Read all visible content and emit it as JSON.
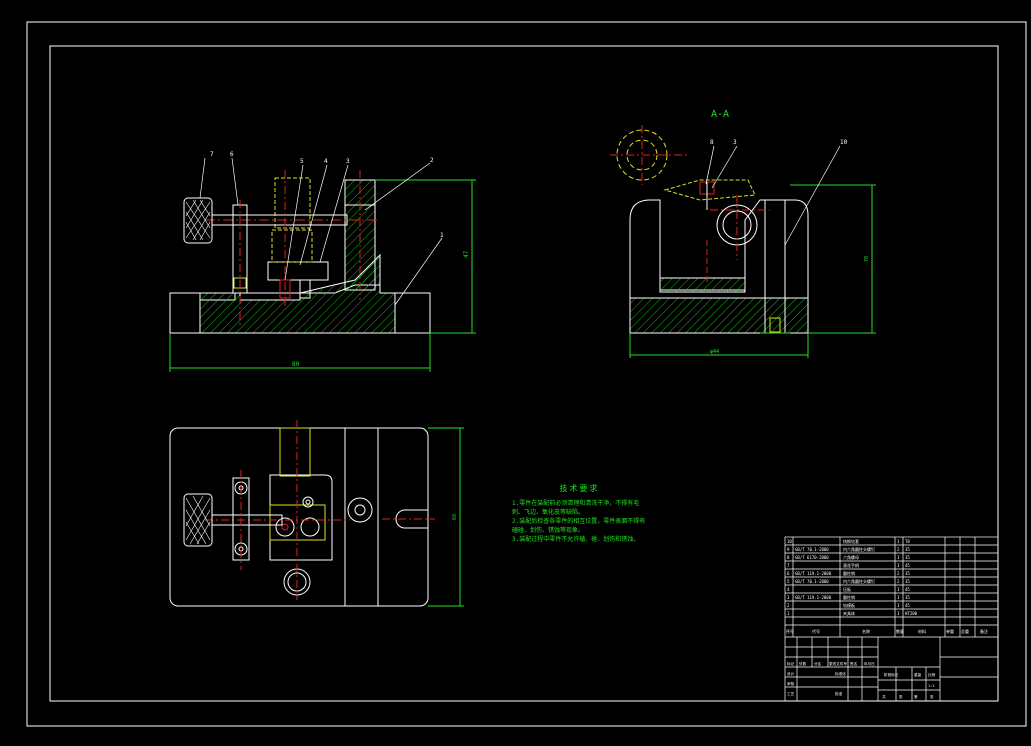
{
  "drawing": {
    "section_label": "A-A",
    "balloons": {
      "front": [
        "7",
        "6",
        "5",
        "4",
        "3",
        "2",
        "1"
      ],
      "section": [
        "8",
        "3",
        "10"
      ]
    },
    "dimensions": {
      "front_width": "80",
      "front_height": "47",
      "section_width": "φ44",
      "section_height": "70",
      "plan_height": "69"
    }
  },
  "technical_notes": {
    "title": "技术要求",
    "lines": [
      "1.零件在装配前必须清理和清洗干净，不得有毛刺、飞边、氧化皮等缺陷。",
      "2.装配后检查各零件的相互位置，零件表面不得有磕碰、划伤、锈蚀等现象。",
      "3.装配过程中零件不允许磕、碰、划伤和锈蚀。"
    ]
  },
  "title_block": {
    "bom_rows": [
      [
        "10",
        "",
        "快换钻套",
        "1",
        "T8"
      ],
      [
        "9",
        "GB/T 70.1-2000",
        "内六角圆柱头螺钉",
        "2",
        "35"
      ],
      [
        "8",
        "GB/T 6170-2000",
        "六角螺母",
        "1",
        "35"
      ],
      [
        "7",
        "",
        "滚花手柄",
        "1",
        "45"
      ],
      [
        "6",
        "GB/T 119.1-2000",
        "圆柱销",
        "2",
        "35"
      ],
      [
        "5",
        "GB/T 70.1-2000",
        "内六角圆柱头螺钉",
        "2",
        "35"
      ],
      [
        "4",
        "",
        "压板",
        "1",
        "45"
      ],
      [
        "3",
        "GB/T 119.1-2000",
        "圆柱销",
        "1",
        "35"
      ],
      [
        "2",
        "",
        "钻模板",
        "1",
        "45"
      ],
      [
        "1",
        "",
        "夹具体",
        "1",
        "HT200"
      ]
    ],
    "bom_header": [
      "序号",
      "代号",
      "名称",
      "数量",
      "材料",
      "单重",
      "总重",
      "备注"
    ],
    "sign_labels": [
      "标记",
      "处数",
      "分区",
      "更改文件号",
      "签名",
      "年月日",
      "设计",
      "标准化",
      "审核",
      "工艺",
      "批准"
    ],
    "scale_labels": [
      "阶段标记",
      "重量",
      "比例"
    ],
    "scale_value": "1:1",
    "sheet_labels": [
      "共",
      "张",
      "第",
      "张"
    ]
  },
  "colors": {
    "background": "#000000",
    "frame": "#ffffff",
    "outline": "#ffffff",
    "dimension": "#22e022",
    "hidden": "#e0e020",
    "center": "#e02020",
    "hatch": "#22e022",
    "leader": "#ffffff"
  }
}
